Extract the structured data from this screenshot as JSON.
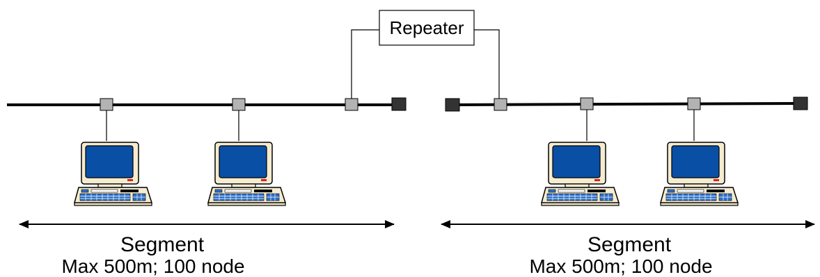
{
  "repeater": {
    "label": "Repeater"
  },
  "segments": [
    {
      "title": "Segment",
      "spec": "Max 500m; 100 node"
    },
    {
      "title": "Segment",
      "spec": "Max 500m; 100 node"
    }
  ],
  "colors": {
    "cable": "#000000",
    "tap": "#b3b3b3",
    "terminator": "#333333",
    "monitor_body": "#f5ecd0",
    "screen": "#0a4fa6",
    "keyboard_keys": "#2f6fc7",
    "power_led": "#e0201b"
  },
  "icons": {
    "computer": "desktop-computer-icon",
    "tap": "transceiver-tap-icon",
    "terminator": "terminator-icon",
    "arrow": "double-headed-arrow-icon"
  }
}
